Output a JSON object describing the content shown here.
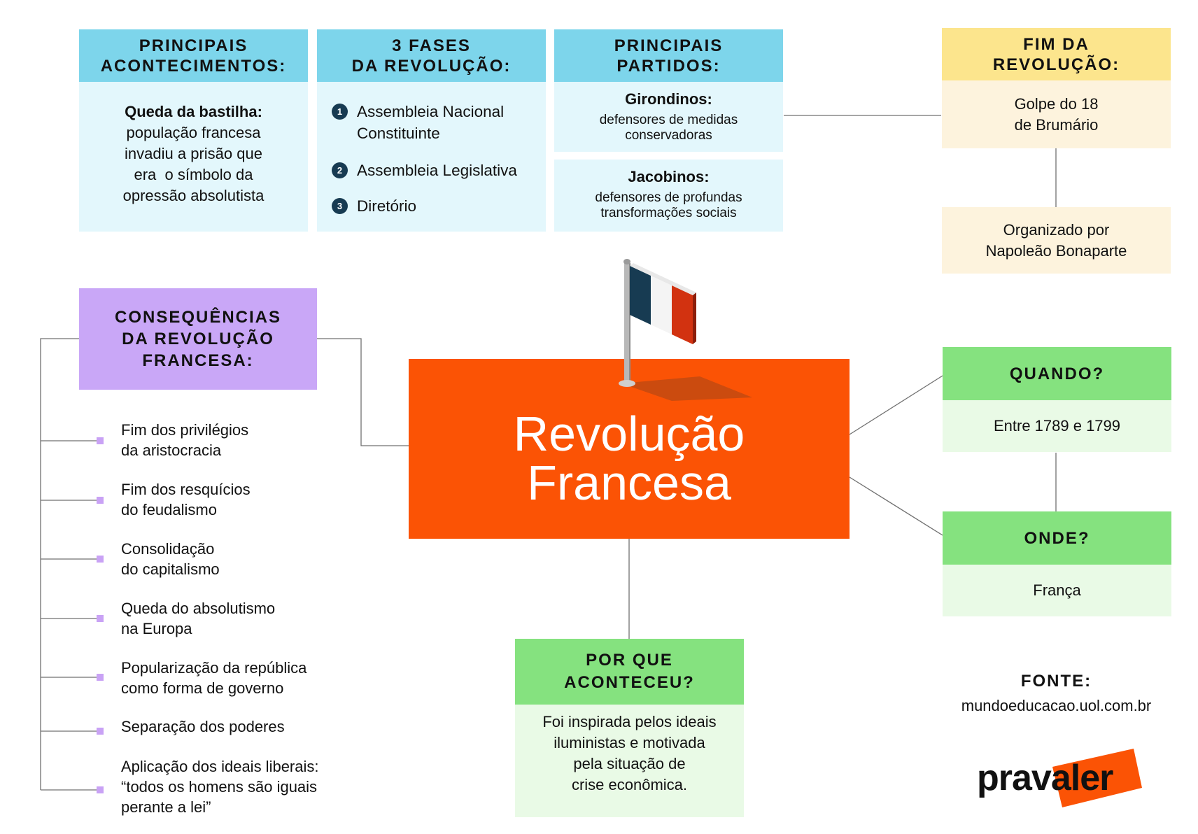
{
  "colors": {
    "blue_header": "#7dd5eb",
    "blue_body": "#e3f7fc",
    "yellow_header": "#fce58d",
    "yellow_body": "#fdf3dd",
    "green_header": "#85e27f",
    "green_body": "#e9fae6",
    "purple_header": "#c9a7f7",
    "purple_bullet": "#c9a2f5",
    "center_orange": "#fb5305",
    "dark_navy": "#173b52"
  },
  "events": {
    "title": "PRINCIPAIS\nACONTECIMENTOS:",
    "bold": "Queda da bastilha:",
    "lines": [
      "população francesa",
      "invadiu a prisão que",
      "era  o símbolo da",
      "opressão absolutista"
    ]
  },
  "phases": {
    "title": "3 FASES\nDA REVOLUÇÃO:",
    "items": [
      {
        "num": "1",
        "text": "Assembleia Nacional\nConstituinte"
      },
      {
        "num": "2",
        "text": "Assembleia Legislativa"
      },
      {
        "num": "3",
        "text": "Diretório"
      }
    ]
  },
  "parties": {
    "title": "PRINCIPAIS\nPARTIDOS:",
    "girondinos": {
      "name": "Girondinos:",
      "desc": "defensores de medidas\nconservadoras"
    },
    "jacobinos": {
      "name": "Jacobinos:",
      "desc": "defensores de profundas\ntransformações sociais"
    }
  },
  "end": {
    "title": "FIM DA\nREVOLUÇÃO:",
    "golpe": "Golpe do 18\nde Brumário",
    "org": "Organizado por\nNapoleão Bonaparte"
  },
  "consequences": {
    "title": "CONSEQUÊNCIAS\nDA REVOLUÇÃO\nFRANCESA:",
    "items": [
      "Fim dos privilégios\nda aristocracia",
      "Fim dos resquícios\ndo feudalismo",
      "Consolidação\ndo capitalismo",
      "Queda do absolutismo\nna Europa",
      "Popularização da república\ncomo forma de governo",
      "Separação dos poderes",
      "Aplicação dos ideais liberais:\n“todos os homens são iguais\nperante a lei”"
    ]
  },
  "center": {
    "title_line1": "Revolução",
    "title_line2": "Francesa"
  },
  "when": {
    "title": "QUANDO?",
    "value": "Entre 1789 e 1799"
  },
  "where": {
    "title": "ONDE?",
    "value": "França"
  },
  "why": {
    "title": "POR QUE\nACONTECEU?",
    "text": "Foi inspirada pelos ideais\niluministas e motivada\npela situação de\ncrise econômica."
  },
  "source": {
    "label": "FONTE:",
    "value": "mundoeducacao.uol.com.br"
  },
  "logo": {
    "text": "pravaler"
  },
  "icons": {
    "flag": "french-flag-icon",
    "bullet": "square-bullet-icon",
    "number": "numbered-circle-icon"
  }
}
